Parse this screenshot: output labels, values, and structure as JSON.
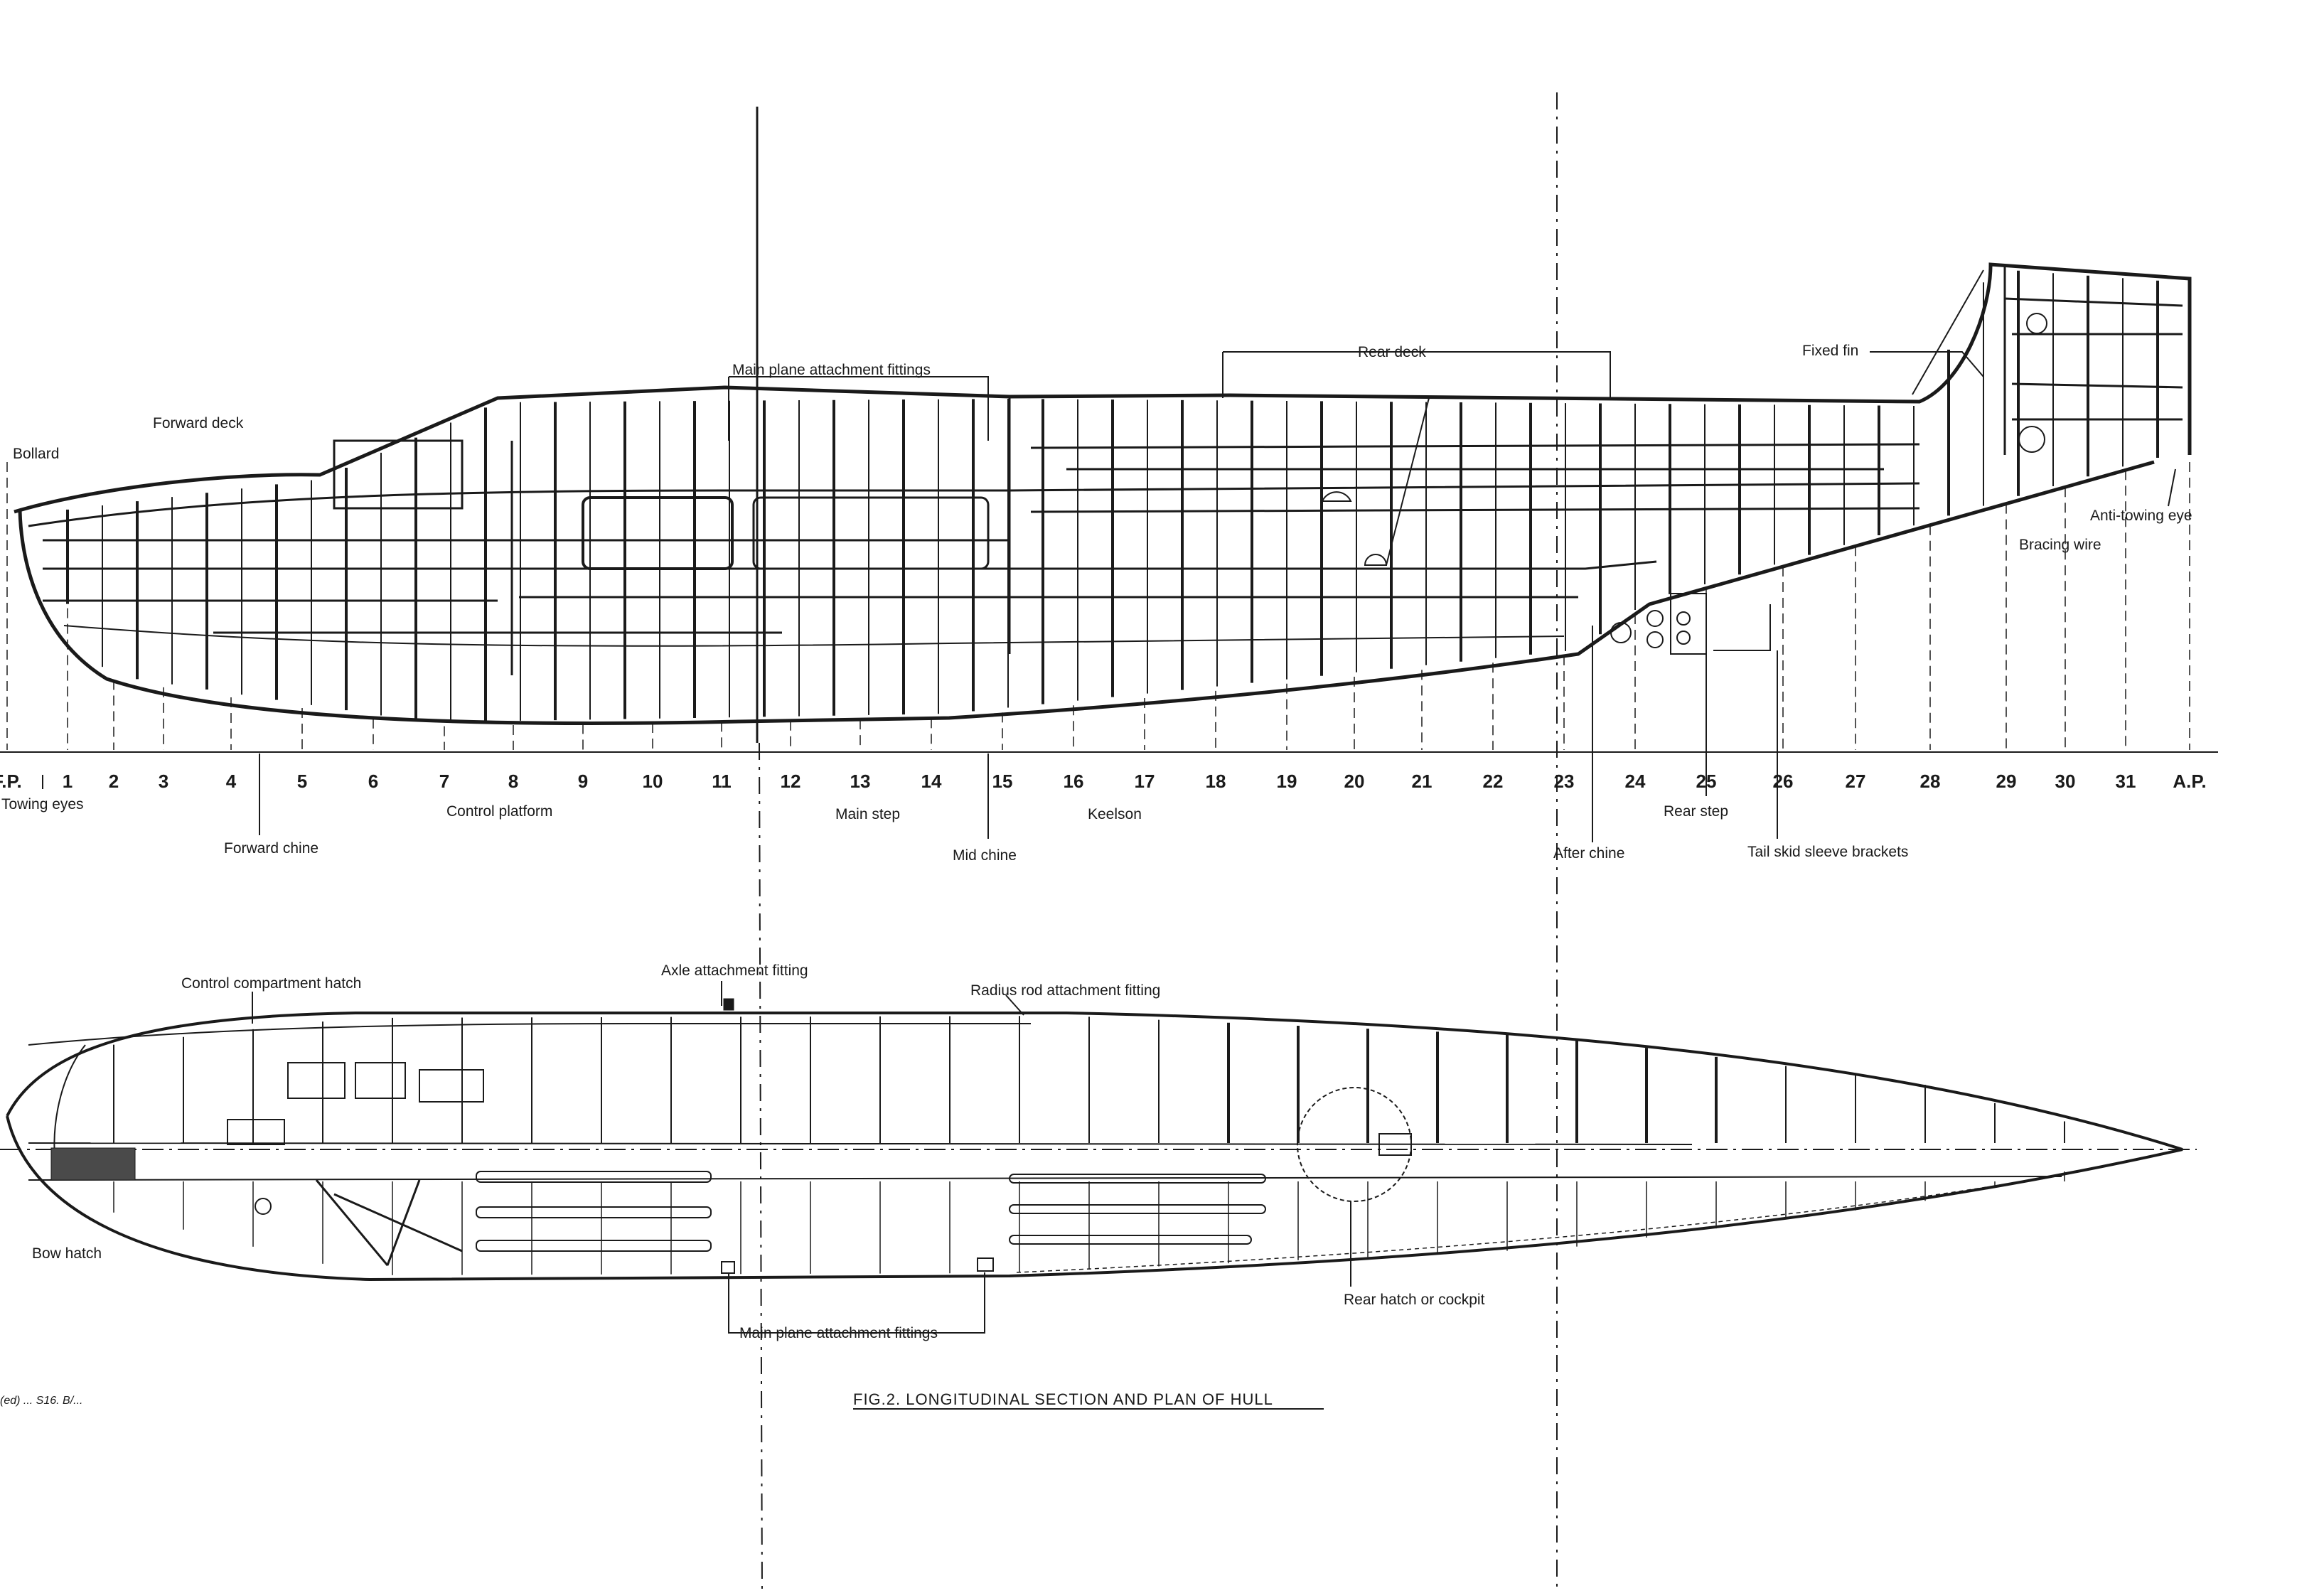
{
  "caption": "FIG.2.    LONGITUDINAL  SECTION  AND  PLAN  OF  HULL",
  "print_note": "(ed) ...  S16. B/...",
  "colors": {
    "ink": "#1a1a1a",
    "paper": "#ffffff"
  },
  "section": {
    "stations": [
      "F.P.",
      "1",
      "2",
      "3",
      "4",
      "5",
      "6",
      "7",
      "8",
      "9",
      "10",
      "11",
      "12",
      "13",
      "14",
      "15",
      "16",
      "17",
      "18",
      "19",
      "20",
      "21",
      "22",
      "23",
      "24",
      "25",
      "26",
      "27",
      "28",
      "29",
      "30",
      "31",
      "A.P."
    ],
    "labels": {
      "bollard": "Bollard",
      "forward_deck": "Forward deck",
      "main_plane_fittings": "Main plane attachment fittings",
      "rear_deck": "Rear deck",
      "fixed_fin": "Fixed fin",
      "anti_towing_eye": "Anti-towing eye",
      "bracing_wire": "Bracing wire",
      "towing_eyes": "Towing eyes",
      "control_platform": "Control platform",
      "forward_chine": "Forward chine",
      "main_step": "Main step",
      "mid_chine": "Mid chine",
      "keelson": "Keelson",
      "rear_step": "Rear step",
      "after_chine": "After chine",
      "tail_skid_brackets": "Tail skid sleeve brackets"
    }
  },
  "plan": {
    "labels": {
      "control_hatch": "Control compartment hatch",
      "axle_fitting": "Axle attachment fitting",
      "radius_rod_fitting": "Radius rod attachment fitting",
      "bow_hatch": "Bow hatch",
      "main_plane_fittings": "Main plane attachment fittings",
      "rear_hatch": "Rear hatch or cockpit"
    }
  }
}
